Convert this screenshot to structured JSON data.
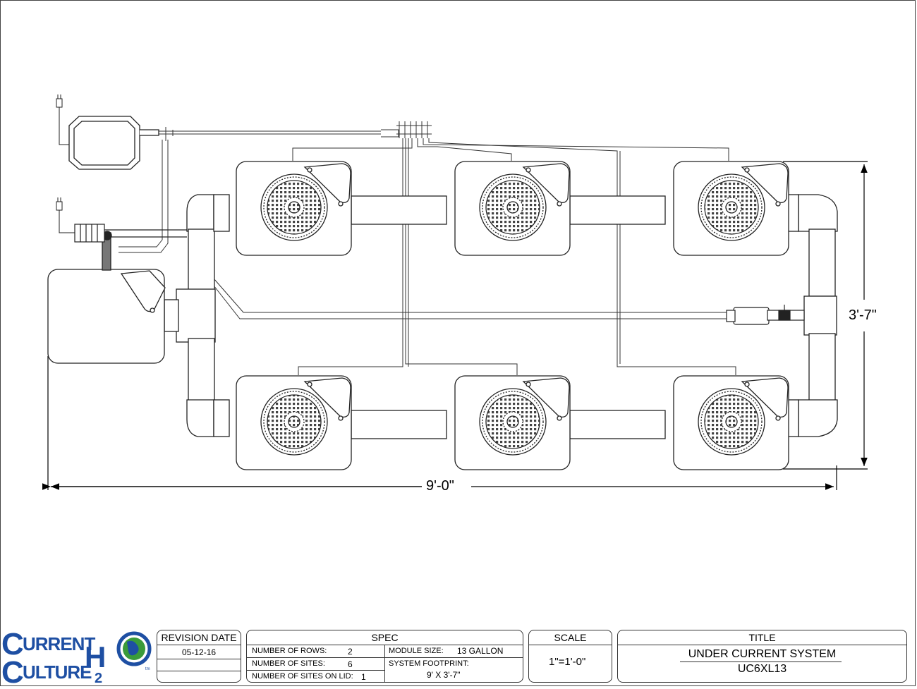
{
  "dimensions": {
    "width_label": "9'-0\"",
    "height_label": "3'-7\""
  },
  "logo": {
    "line1": "URRENT",
    "line2": "ULTURE",
    "mark": "H2O",
    "tm": "tm",
    "colors": {
      "blue": "#1e4fa3",
      "green": "#3a9b3a"
    }
  },
  "revision": {
    "header": "REVISION DATE",
    "date": "05-12-16"
  },
  "spec": {
    "header": "SPEC",
    "rows_label": "NUMBER OF ROWS:",
    "rows_value": "2",
    "sites_label": "NUMBER OF SITES:",
    "sites_value": "6",
    "lid_label": "NUMBER OF SITES ON LID:",
    "lid_value": "1",
    "module_label": "MODULE SIZE:",
    "module_value": "13 GALLON",
    "footprint_label": "SYSTEM FOOTPRINT:",
    "footprint_value": "9' X 3'-7\""
  },
  "scale": {
    "header": "SCALE",
    "value": "1\"=1'-0\""
  },
  "title": {
    "header": "TITLE",
    "line1": "UNDER CURRENT SYSTEM",
    "line2": "UC6XL13"
  }
}
